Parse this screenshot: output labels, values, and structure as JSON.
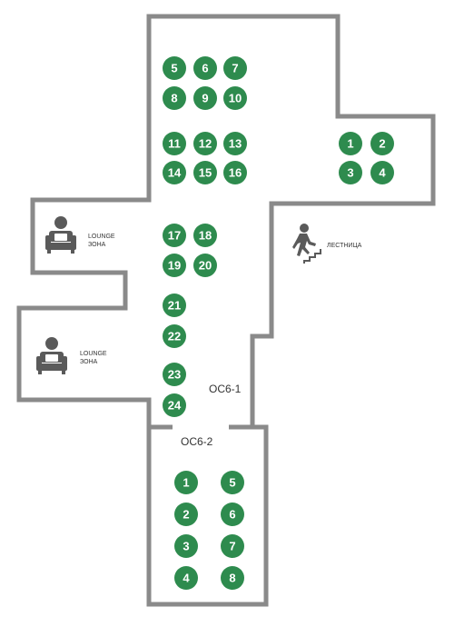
{
  "floor": {
    "zones": [
      {
        "name": "OC6-1",
        "label": "ОС6-1"
      },
      {
        "name": "OC6-2",
        "label": "ОС6-2"
      }
    ],
    "lounge_top": {
      "line1": "LOUNGE",
      "line2": "ЗОНА"
    },
    "lounge_bottom": {
      "line1": "LOUNGE",
      "line2": "ЗОНА"
    },
    "stairs": {
      "label": "ЛЕСТНИЦА"
    }
  },
  "desks_oc61": [
    "1",
    "2",
    "3",
    "4",
    "5",
    "6",
    "7",
    "8",
    "9",
    "10",
    "11",
    "12",
    "13",
    "14",
    "15",
    "16",
    "17",
    "18",
    "19",
    "20",
    "21",
    "22",
    "23",
    "24"
  ],
  "desks_oc62": [
    "1",
    "2",
    "3",
    "4",
    "5",
    "6",
    "7",
    "8"
  ],
  "colors": {
    "desk": "#2e8b4e",
    "wall": "#8a8a8a",
    "icon": "#5a5a5a"
  }
}
